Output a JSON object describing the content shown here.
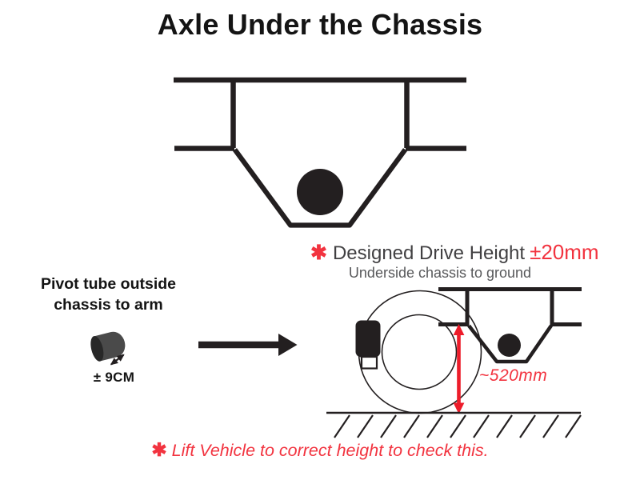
{
  "title": "Axle Under the Chassis",
  "colors": {
    "ink": "#231f20",
    "title_black": "#141414",
    "label_dark": "#414042",
    "subtitle_gray": "#58595b",
    "red_text": "#f2333f",
    "red_arrow": "#ed1c2a",
    "tube_body": "#4a4a4a",
    "tube_face": "#282828"
  },
  "drive_height_note": {
    "asterisk": "✱",
    "label": "Designed Drive Height",
    "tolerance": "±20mm",
    "subtitle": "Underside chassis to ground"
  },
  "pivot_tube_note": {
    "line1": "Pivot tube outside",
    "line2": "chassis to arm",
    "length_label": "± 9CM"
  },
  "ride_height_measurement": "~520mm",
  "footnote": {
    "asterisk": "✱",
    "text": "Lift Vehicle to correct height to check this."
  },
  "icons": {
    "pivot_tube_icon": "cylinder-3d",
    "transform_arrow_icon": "thick-right-arrow",
    "tube_length_arrow_icon": "double-headed-diagonal-arrow",
    "ride_height_arrow_icon": "double-headed-vertical-arrow-red"
  }
}
